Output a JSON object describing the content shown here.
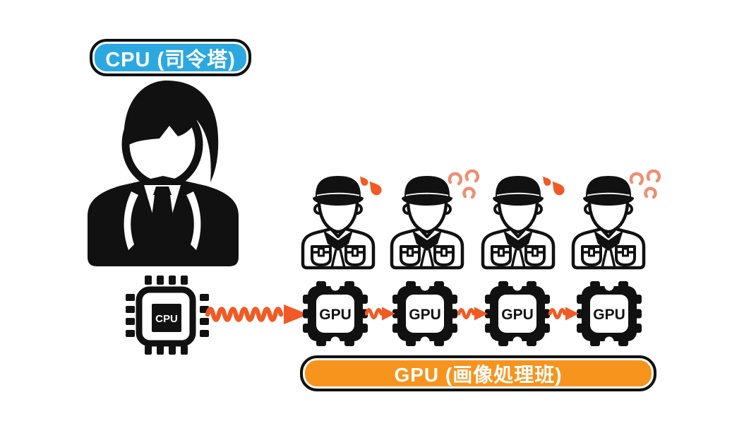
{
  "cpu_group": {
    "badge_label": "CPU (司令塔)",
    "badge_color": "#2BA8E0",
    "person_icon": "businessman-suit",
    "chip_label": "CPU",
    "connection_to_gpus": "wavy-arrow"
  },
  "gpu_group": {
    "badge_label": "GPU (画像処理班)",
    "badge_color": "#F7941E",
    "chips": [
      {
        "label": "GPU"
      },
      {
        "label": "GPU"
      },
      {
        "label": "GPU"
      },
      {
        "label": "GPU"
      }
    ],
    "workers": [
      {
        "icon": "worker-cap",
        "effect": "sweat-drops"
      },
      {
        "icon": "worker-cap",
        "effect": "effort-puffs"
      },
      {
        "icon": "worker-cap",
        "effect": "sweat-drops"
      },
      {
        "icon": "worker-cap",
        "effect": "effort-puffs"
      }
    ],
    "chip_connections": "wavy-arrow"
  },
  "colors": {
    "ink": "#111111",
    "arrow_orange": "#F15A24",
    "effort_salmon": "#EF8E72",
    "badge_blue": "#2BA8E0",
    "badge_orange": "#F7941E",
    "background": "#FFFFFF"
  }
}
